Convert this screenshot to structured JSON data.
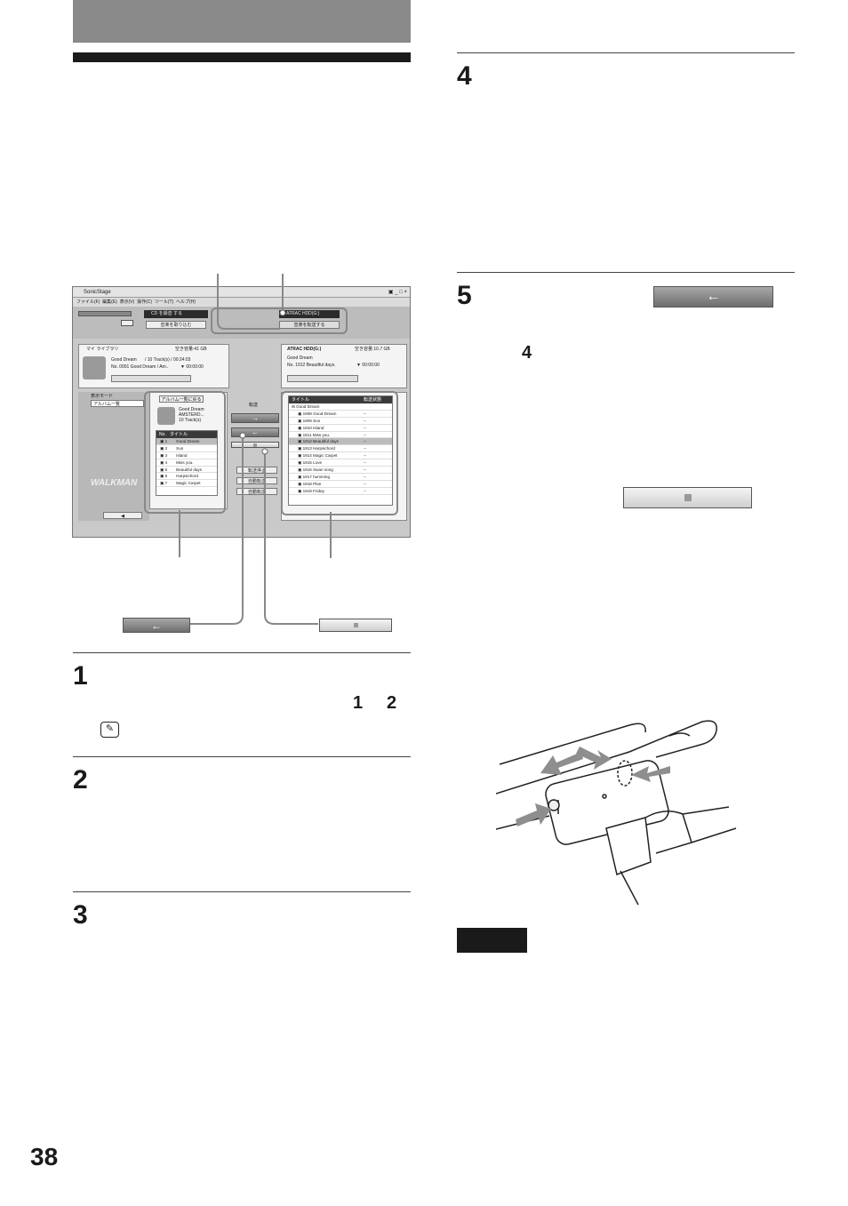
{
  "page": {
    "number": "38"
  },
  "steps": {
    "s1": "1",
    "s2": "2",
    "s3": "3",
    "s4": "4",
    "s5": "5",
    "ref_4": "4",
    "ref_1": "1",
    "ref_2": "2"
  },
  "app": {
    "title": "SonicStage",
    "window_controls": "▣ _ □ ×",
    "menu": [
      "ファイル(F)",
      "編集(E)",
      "表示(V)",
      "操作(C)",
      "ツール(T)",
      "ヘルプ(H)"
    ],
    "cd_record": "CD を録音 する",
    "import": "音楽を取り込む",
    "transfer": "音楽を転送する",
    "device": "ATRAC HDD(G:)",
    "left": {
      "header": "マイ ライブラリ",
      "free": "空き容量:41 GB",
      "album": "Good Dream",
      "tracks": "/ 10 Track(s) /  00:24:03",
      "now": "No. 0001   Good Dream / Am..",
      "time": "▼ 00:00:00",
      "display_mode_label": "表示モード",
      "display_mode_value": "アルバム一覧",
      "back_to_list": "アルバム一覧に戻る",
      "album_lines": [
        "Good Dream",
        "AMSTERD...",
        "10 Track(s)"
      ],
      "col_no": "No.",
      "col_title": "タイトル",
      "rows": [
        {
          "no": "1",
          "title": "Good Dream"
        },
        {
          "no": "2",
          "title": "Sun"
        },
        {
          "no": "3",
          "title": "Island"
        },
        {
          "no": "4",
          "title": "Miss you."
        },
        {
          "no": "5",
          "title": "Beautiful days"
        },
        {
          "no": "6",
          "title": "Harpsichord"
        },
        {
          "no": "7",
          "title": "Magic Carpet"
        }
      ]
    },
    "center": {
      "label": "転送",
      "opt1": "転送停止",
      "opt2": "自動転送",
      "opt3": "自動転送"
    },
    "right": {
      "header": "ATRAC HDD(G:)",
      "free": "空き容量:10.7 GB",
      "album": "Good Dream",
      "now": "No. 1912   Beautiful days.",
      "time": "▼ 00:00:00",
      "col_title": "タイトル",
      "col_status": "転送状態",
      "group": "⊟ Good Dream",
      "rows": [
        {
          "title": "1908 Good Dream",
          "status": "--"
        },
        {
          "title": "1909 Sun",
          "status": "--"
        },
        {
          "title": "1910 Island",
          "status": "--"
        },
        {
          "title": "1911 Miss you.",
          "status": "--"
        },
        {
          "title": "1912 Beautiful days",
          "status": "--"
        },
        {
          "title": "1913 Harpsichord",
          "status": "--"
        },
        {
          "title": "1914 Magic Carpet",
          "status": "--"
        },
        {
          "title": "1915 Love",
          "status": "--"
        },
        {
          "title": "1916 Swan song",
          "status": "--"
        },
        {
          "title": "1917 humming",
          "status": "--"
        },
        {
          "title": "1918 Plan",
          "status": "--"
        },
        {
          "title": "1919 Friday",
          "status": "--"
        }
      ]
    },
    "brand": "WALKMAN"
  },
  "icons": {
    "hint": "hint-icon",
    "transfer_left": "arrow-left-icon",
    "transfer_right": "arrow-right-icon",
    "stop": "stop-icon"
  },
  "colors": {
    "header_band": "#8a8a8a",
    "dark_rule": "#1a1a1a",
    "arrow_button": "#7c7c7c",
    "stop_square": "#999999"
  }
}
